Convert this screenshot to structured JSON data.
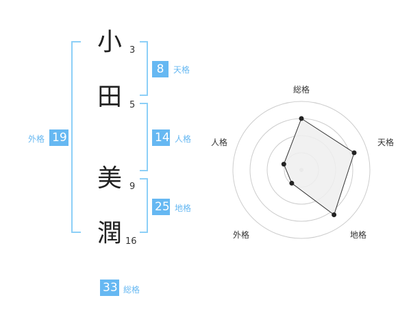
{
  "name_chars": [
    {
      "char": "小",
      "strokes": "3"
    },
    {
      "char": "田",
      "strokes": "5"
    },
    {
      "char": "美",
      "strokes": "9"
    },
    {
      "char": "潤",
      "strokes": "16"
    }
  ],
  "fortunes": {
    "tenkaku": {
      "value": "8",
      "label": "天格"
    },
    "jinkaku": {
      "value": "14",
      "label": "人格"
    },
    "chikaku": {
      "value": "25",
      "label": "地格"
    },
    "gaikaku": {
      "value": "19",
      "label": "外格"
    },
    "soukaku": {
      "value": "33",
      "label": "総格"
    }
  },
  "chart_data": {
    "type": "radar",
    "axes": [
      "総格",
      "天格",
      "地格",
      "外格",
      "人格"
    ],
    "values": [
      0.75,
      0.81,
      0.81,
      0.24,
      0.27
    ],
    "rings": 4,
    "colors": {
      "fill": "#efefef",
      "stroke": "#333333",
      "ring": "#cccccc",
      "point": "#222222"
    }
  },
  "colors": {
    "accent": "#66b8f2",
    "bracket": "#8ccff7"
  }
}
